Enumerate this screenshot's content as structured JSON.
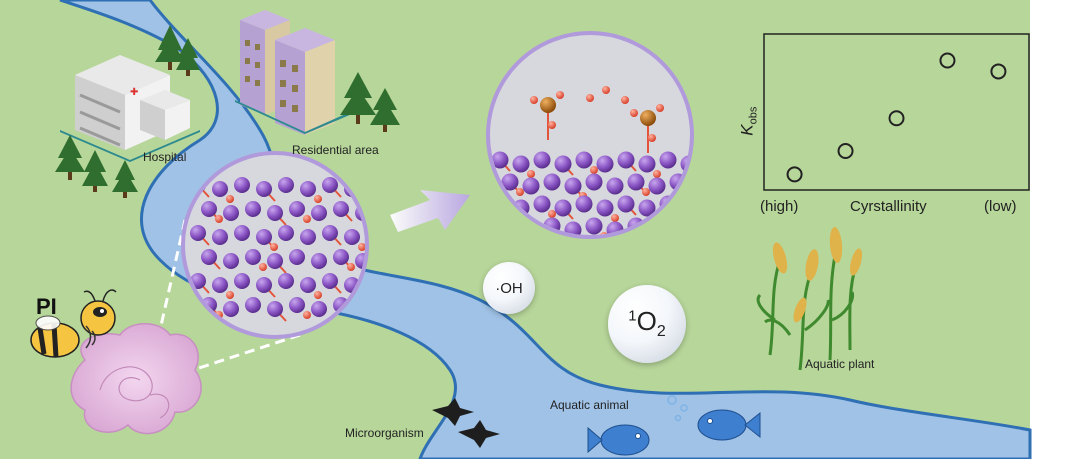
{
  "labels": {
    "hospital": "Hospital",
    "residential": "Residential area",
    "pi": "PI",
    "oh": "·OH",
    "singlet_sup": "1",
    "singlet_o": "O",
    "singlet_sub": "2",
    "aquatic_plant": "Aquatic plant",
    "aquatic_animal": "Aquatic animal",
    "microorganism": "Microorganism"
  },
  "colors": {
    "background": "#b7d69a",
    "river": "#9fc2e6",
    "river_edge": "#2f6fb3",
    "atom_purple": "#8a55c4",
    "atom_red": "#e2553a",
    "atom_orange": "#b8620f",
    "fish": "#3f7fcf"
  },
  "chart_data": {
    "type": "scatter",
    "title": "",
    "ylabel": "K",
    "ylabel_sub": "obs",
    "xlabel": "Cyrstallinity",
    "x_left_label": "(high)",
    "x_right_label": "(low)",
    "points": [
      {
        "x": 1,
        "y": 1.0
      },
      {
        "x": 2,
        "y": 2.5
      },
      {
        "x": 3,
        "y": 4.6
      },
      {
        "x": 4,
        "y": 8.3
      },
      {
        "x": 5,
        "y": 7.6
      }
    ],
    "xlim": [
      0.4,
      5.6
    ],
    "ylim": [
      0,
      10
    ],
    "grid": false
  }
}
